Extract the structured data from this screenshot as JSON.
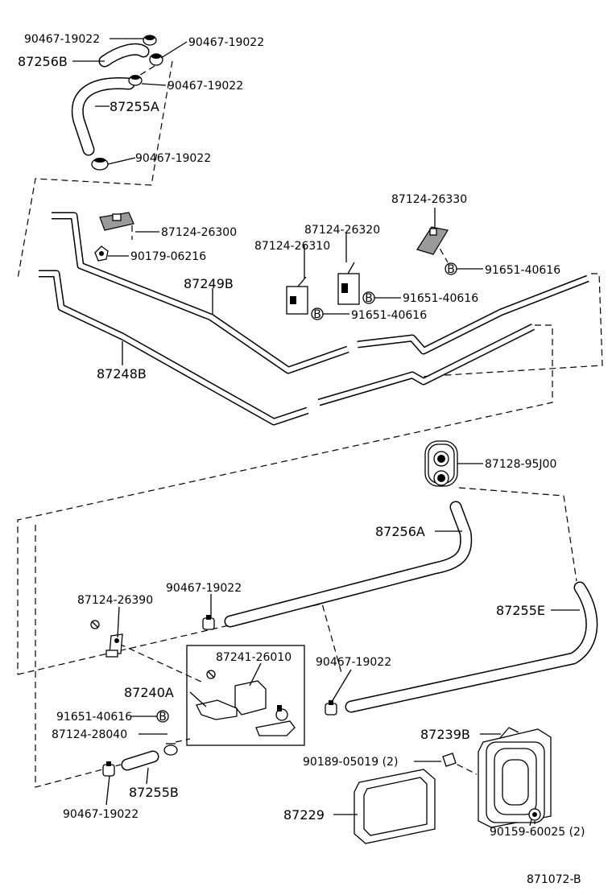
{
  "diagram_id": "871072-B",
  "labels": {
    "clip_a": "90467-19022",
    "clip_b": "90467-19022",
    "hose_87256b": "87256B",
    "clip_c": "90467-19022",
    "hose_87255a": "87255A",
    "clip_d": "90467-19022",
    "clamp_26330": "87124-26330",
    "clamp_26300": "87124-26300",
    "clamp_26320": "87124-26320",
    "clamp_26310": "87124-26310",
    "screw_06216": "90179-06216",
    "pipe_87249b": "87249B",
    "bolt_40616_a": "91651-40616",
    "bolt_40616_b": "91651-40616",
    "bolt_40616_c": "91651-40616",
    "pipe_87248b": "87248B",
    "grommet_95j00": "87128-95J00",
    "hose_87256a": "87256A",
    "clip_e": "90467-19022",
    "clamp_26390": "87124-26390",
    "hose_87255e": "87255E",
    "valve_26010": "87241-26010",
    "clip_f": "90467-19022",
    "valve_87240a": "87240A",
    "bolt_40616_d": "91651-40616",
    "clamp_28040": "87124-28040",
    "grommet_87239b": "87239B",
    "nut_05019": "90189-05019 (2)",
    "hose_87255b": "87255B",
    "plate_87229": "87229",
    "clip_g": "90467-19022",
    "screw_60025": "90159-60025 (2)"
  },
  "bolt_marker": "B"
}
